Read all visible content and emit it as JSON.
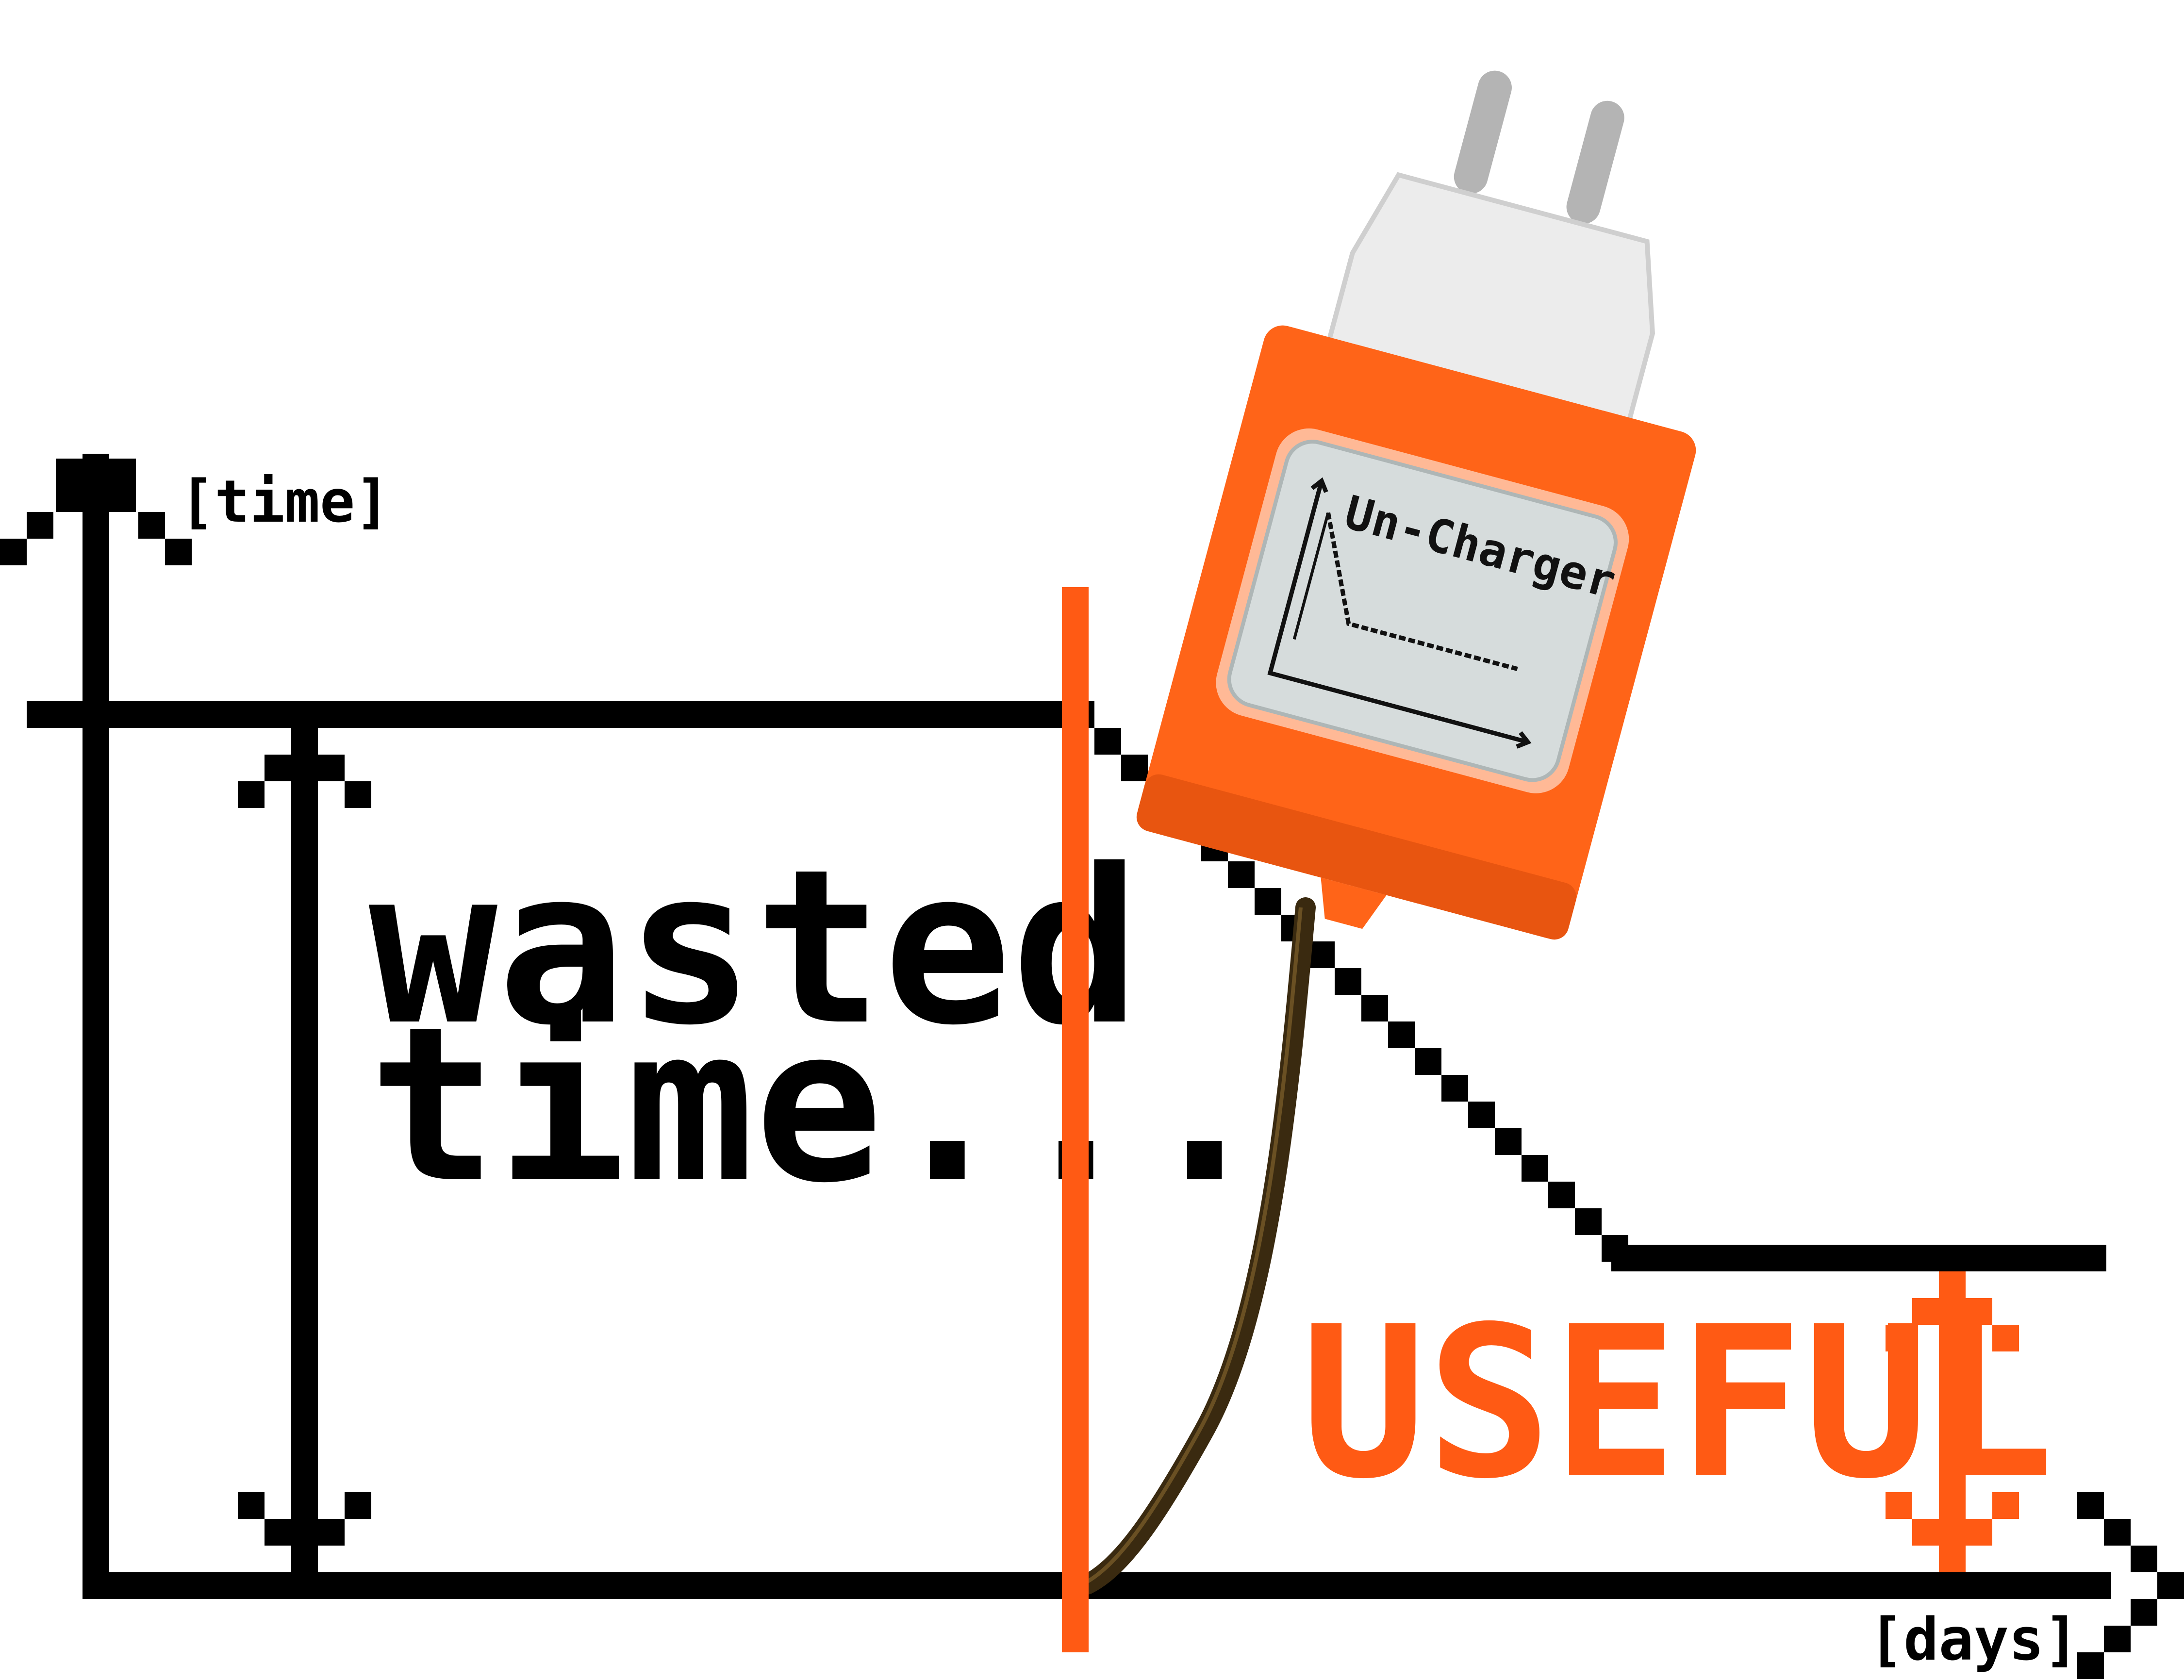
{
  "axes": {
    "y_label": "[time]",
    "x_label": "[days]"
  },
  "labels": {
    "wasted_line1": "wasted",
    "wasted_line2": "time...",
    "useful": "USEFUL"
  },
  "device": {
    "screen_title": "Un-Charger"
  },
  "colors": {
    "ink": "#000000",
    "accent": "#ff5a14",
    "device_body": "#ff6418",
    "plug": "#ececec",
    "screen": "#d6dcdc"
  }
}
